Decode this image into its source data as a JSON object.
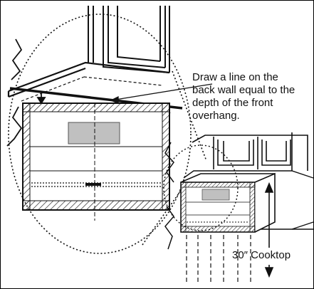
{
  "callout": {
    "lines": [
      "Draw a line on the",
      "back wall equal to the",
      "depth of the front",
      "overhang."
    ]
  },
  "dimension": {
    "label": "30″ Cooktop"
  },
  "colors": {
    "line": "#111111",
    "vent_fill": "#c0c0c0",
    "background": "#ffffff"
  }
}
